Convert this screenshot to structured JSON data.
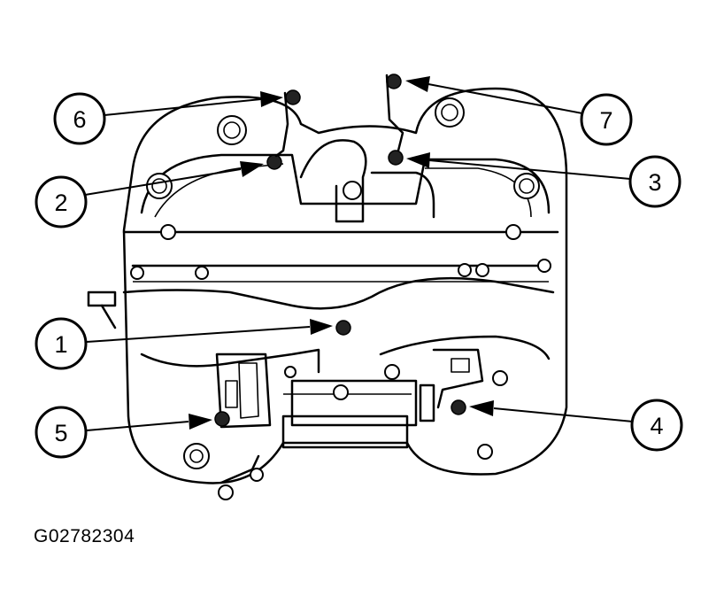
{
  "figure": {
    "code": "G02782304"
  },
  "callouts": [
    "1",
    "2",
    "3",
    "4",
    "5",
    "6",
    "7"
  ]
}
